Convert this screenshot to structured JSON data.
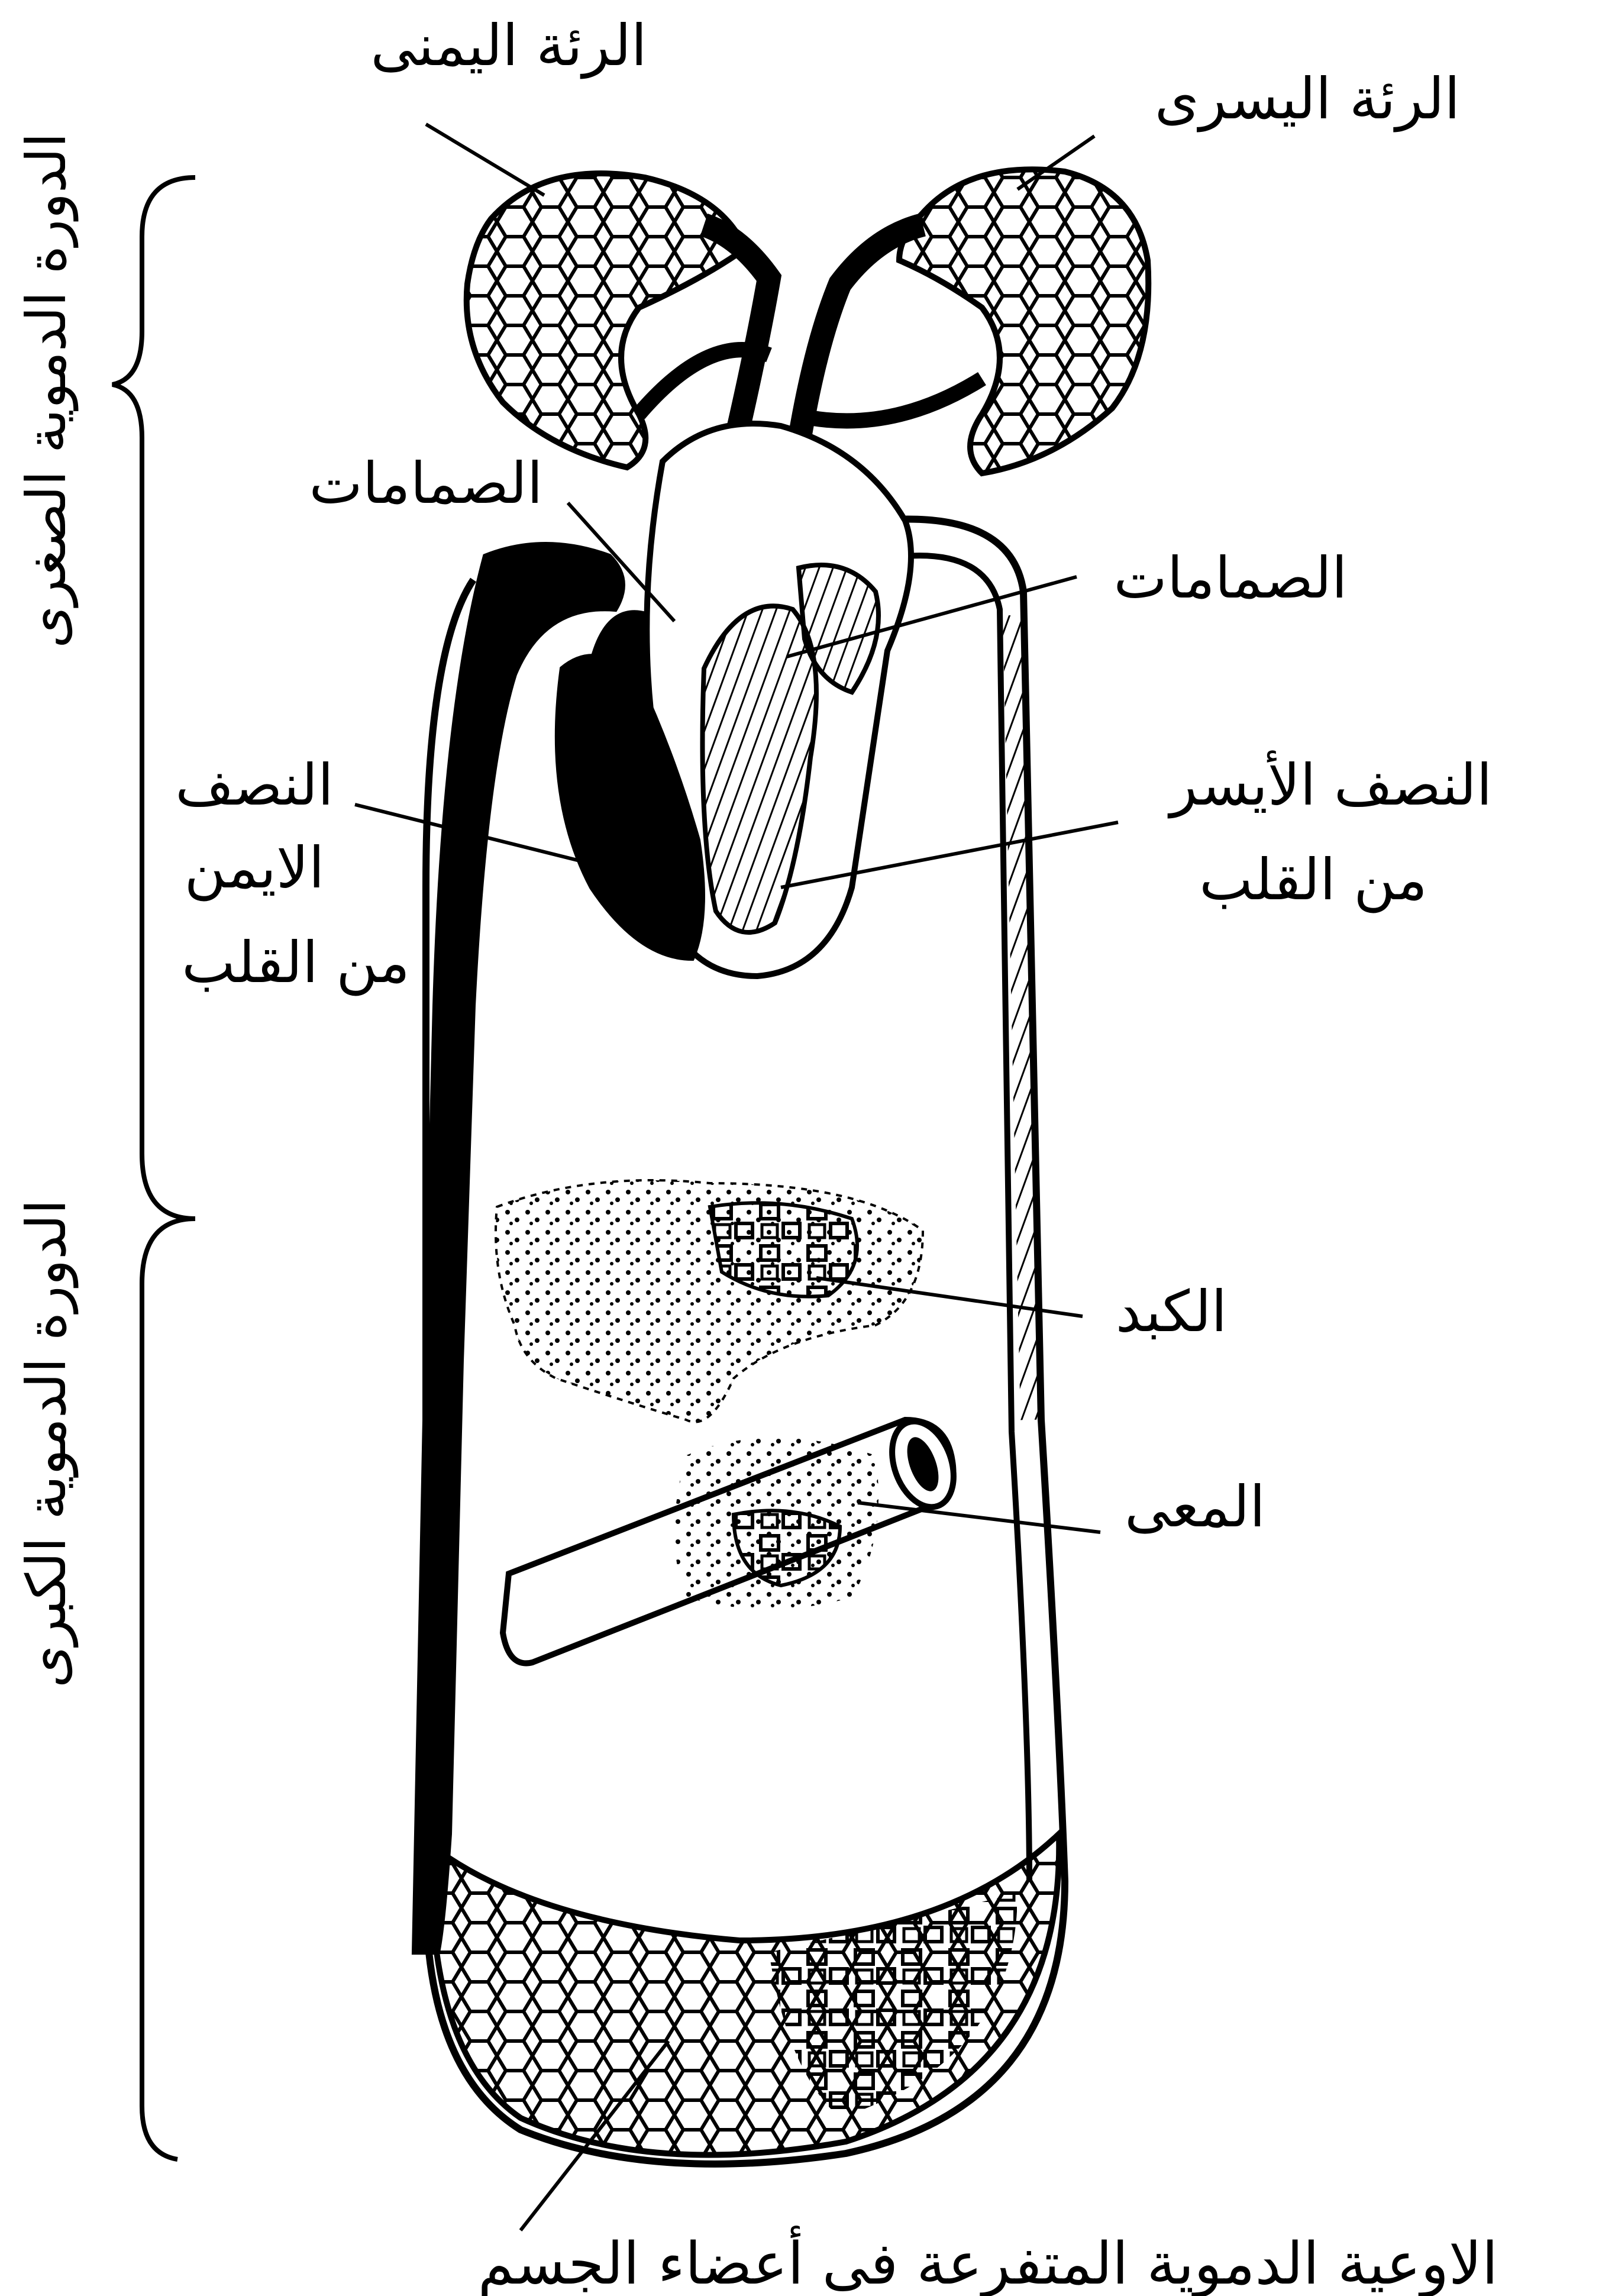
{
  "labels": {
    "right_lung": "الرئة اليمنى",
    "left_lung": "الرئة اليسرى",
    "valves_left": "الصمامات",
    "valves_right": "الصمامات",
    "right_half_line1": "النصف",
    "right_half_line2": "الايمن",
    "right_half_line3": "من القلب",
    "left_half_line1": "النصف الأيسر",
    "left_half_line2": "من القلب",
    "liver": "الكبد",
    "intestine": "المعى",
    "body_vessels": "الاوعية الدموية المتفرعة فى أعضاء الجسم",
    "pulmonary_circulation": "الدورة الدموية الصغرى",
    "systemic_circulation": "الدورة الدموية الكبرى"
  },
  "colors": {
    "ink": "#000000",
    "paper": "#ffffff"
  }
}
